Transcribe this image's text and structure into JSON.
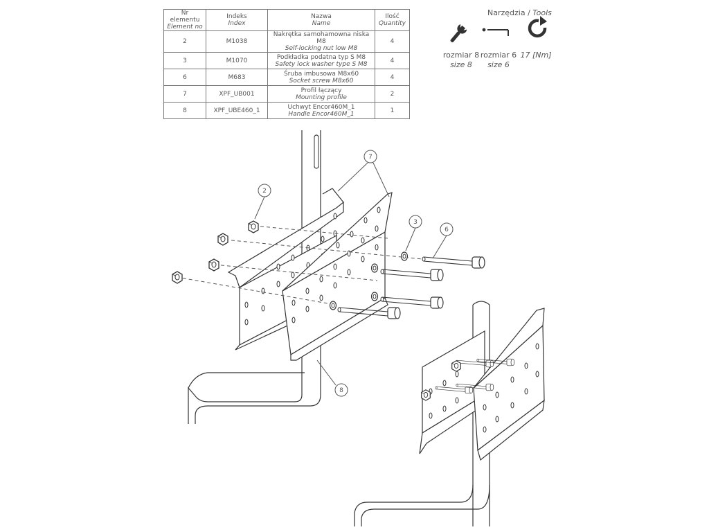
{
  "table": {
    "headers": [
      {
        "pl": "Nr elementu",
        "en": "Element no"
      },
      {
        "pl": "Indeks",
        "en": "Index"
      },
      {
        "pl": "Nazwa",
        "en": "Name"
      },
      {
        "pl": "Ilość",
        "en": "Quantity"
      }
    ],
    "rows": [
      {
        "no": "2",
        "index": "M1038",
        "name_pl": "Nakrętka samohamowna niska M8",
        "name_en": "Self-locking nut low M8",
        "qty": "4"
      },
      {
        "no": "3",
        "index": "M1070",
        "name_pl": "Podkładka podatna typ S M8",
        "name_en": "Safety lock washer type S M8",
        "qty": "4"
      },
      {
        "no": "6",
        "index": "M683",
        "name_pl": "Śruba imbusowa M8x60",
        "name_en": "Socket screw M8x60",
        "qty": "4"
      },
      {
        "no": "7",
        "index": "XPF_UB001",
        "name_pl": "Profil łączący",
        "name_en": "Mounting profile",
        "qty": "2"
      },
      {
        "no": "8",
        "index": "XPF_UBE460_1",
        "name_pl": "Uchwyt Encor460M_1",
        "name_en": "Handle Encor460M_1",
        "qty": "1"
      }
    ]
  },
  "tools": {
    "title_pl": "Narzędzia / ",
    "title_en": "Tools",
    "items": [
      {
        "line1": "rozmiar 8",
        "line2": "size 8",
        "icon": "wrench-icon"
      },
      {
        "line1": "rozmiar 6",
        "line2": "size 6",
        "icon": "hex-key-icon"
      },
      {
        "line1": "",
        "line2": "17 [Nm]",
        "icon": "torque-icon"
      }
    ]
  },
  "callouts": [
    "2",
    "3",
    "6",
    "7",
    "8"
  ]
}
